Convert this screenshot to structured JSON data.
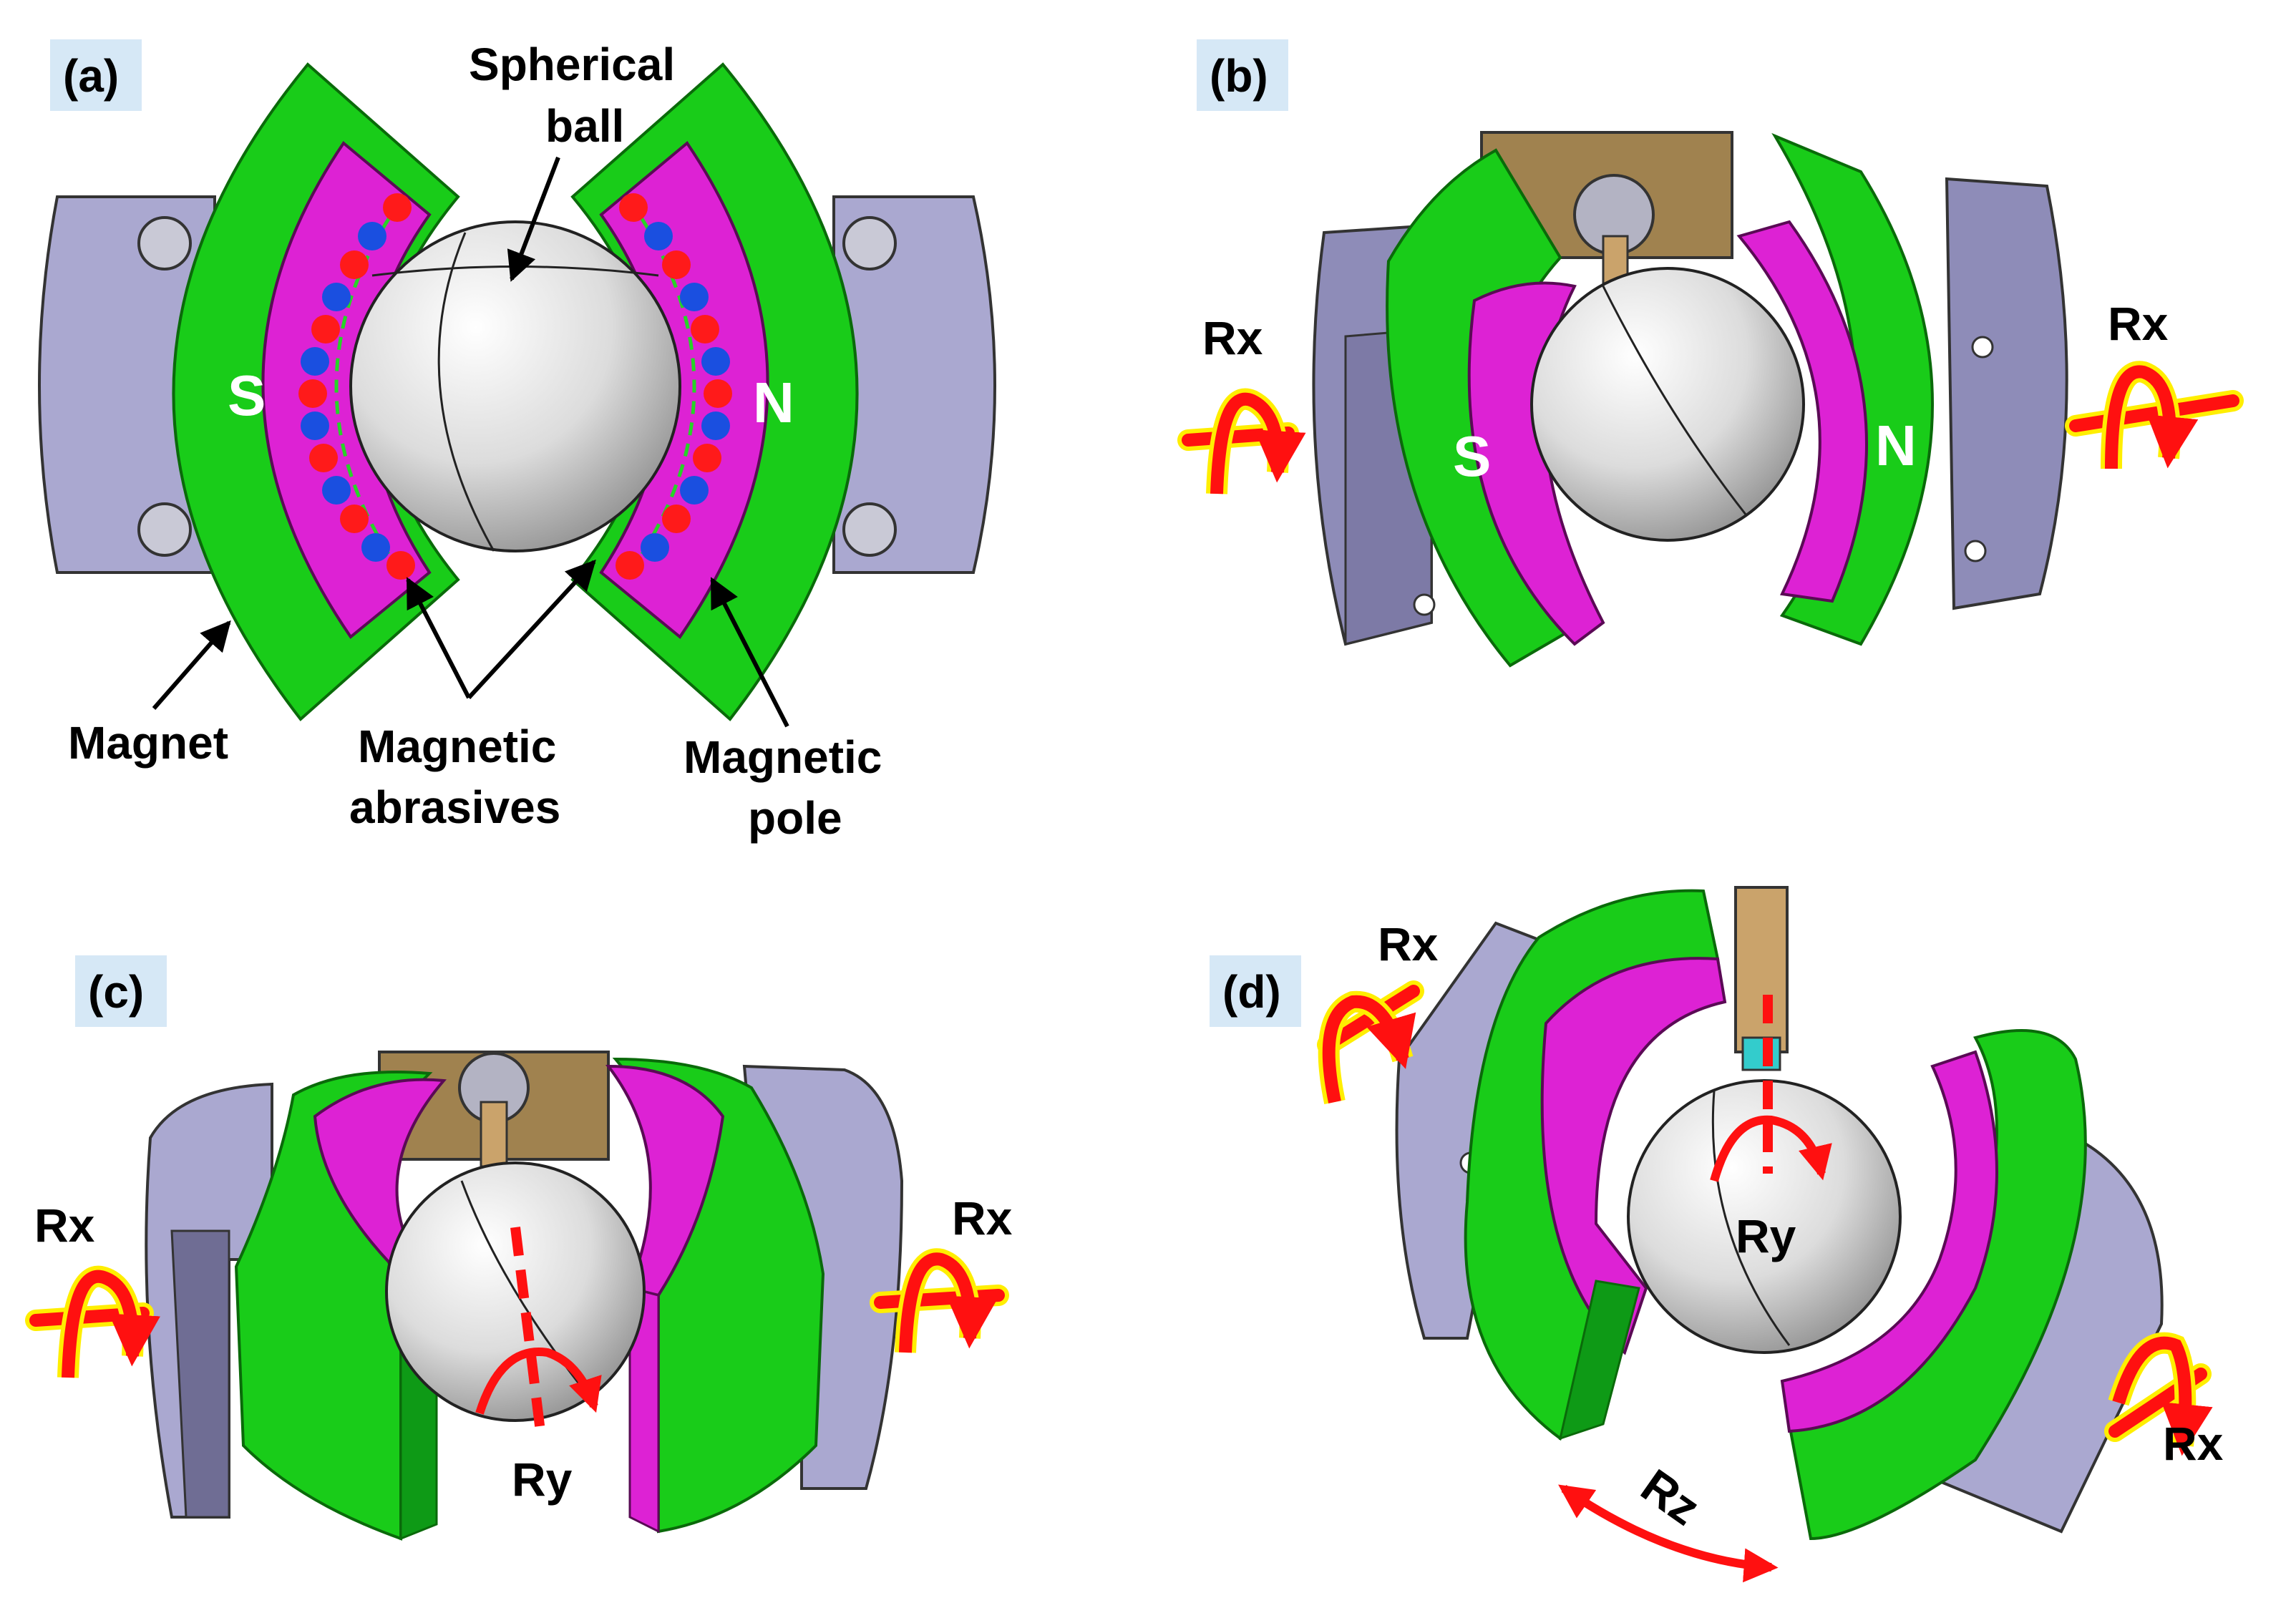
{
  "panels": {
    "a": {
      "tag": "(a)",
      "pole_s": "S",
      "pole_n": "N",
      "label_ball_1": "Spherical",
      "label_ball_2": "ball",
      "label_magnet": "Magnet",
      "label_abrasives_1": "Magnetic",
      "label_abrasives_2": "abrasives",
      "label_pole_1": "Magnetic",
      "label_pole_2": "pole"
    },
    "b": {
      "tag": "(b)",
      "pole_s": "S",
      "pole_n": "N",
      "rot_left": "Rx",
      "rot_right": "Rx"
    },
    "c": {
      "tag": "(c)",
      "rot_left": "Rx",
      "rot_right": "Rx",
      "rot_ball": "Ry"
    },
    "d": {
      "tag": "(d)",
      "rot_topleft": "Rx",
      "rot_bottomright": "Rx",
      "rot_ball": "Ry",
      "rot_z": "Rz"
    }
  },
  "colors": {
    "magnet": "#19cc19",
    "magnet_dark": "#0e9a16",
    "pole": "#dd22d4",
    "pole_dark": "#8c1385",
    "bracket": "#aaa8d0",
    "bracket_dark": "#6f6d94",
    "ball": "#e6e6e6",
    "tag_bg": "#d6e8f6",
    "arrow_red": "#ff1010",
    "arrow_outline": "#ffee00",
    "abrasive_red": "#ff1a1a",
    "abrasive_blue": "#1a4fe0",
    "holder": "#a0824f"
  }
}
